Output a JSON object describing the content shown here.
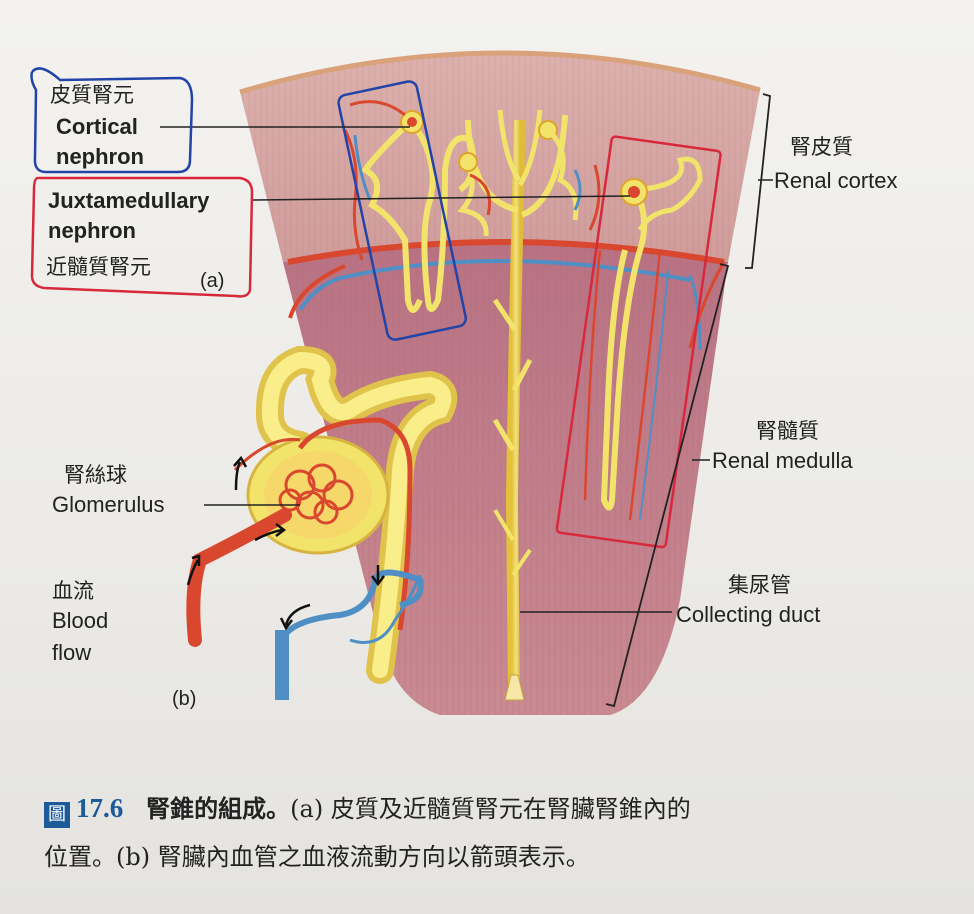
{
  "labels": {
    "cortical_zh": "皮質腎元",
    "cortical_en_line1": "Cortical",
    "cortical_en_line2": "nephron",
    "juxta_en_line1": "Juxtamedullary",
    "juxta_en_line2": "nephron",
    "juxta_zh": "近髓質腎元",
    "panel_a": "(a)",
    "renal_cortex_zh": "腎皮質",
    "renal_cortex_en": "Renal cortex",
    "renal_medulla_zh": "腎髓質",
    "renal_medulla_en": "Renal medulla",
    "glomerulus_zh": "腎絲球",
    "glomerulus_en": "Glomerulus",
    "blood_flow_zh": "血流",
    "blood_flow_en_line1": "Blood",
    "blood_flow_en_line2": "flow",
    "panel_b": "(b)",
    "collecting_duct_zh": "集尿管",
    "collecting_duct_en": "Collecting duct"
  },
  "caption": {
    "figure_icon": "圖",
    "figure_number": "17.6",
    "title": "腎錐的組成。",
    "text_line1": "(a) 皮質及近髓質腎元在腎臟腎錐內的",
    "text_line2": "位置。(b) 腎臟內血管之血液流動方向以箭頭表示。"
  },
  "colors": {
    "cortex": "#d9a9a6",
    "medulla": "#b97a86",
    "tubule": "#f2e36a",
    "artery": "#d9472f",
    "vein": "#4f8fc4",
    "marker_blue": "#2244a8",
    "marker_red": "#d8283c",
    "caption_blue": "#1c5a9a"
  }
}
